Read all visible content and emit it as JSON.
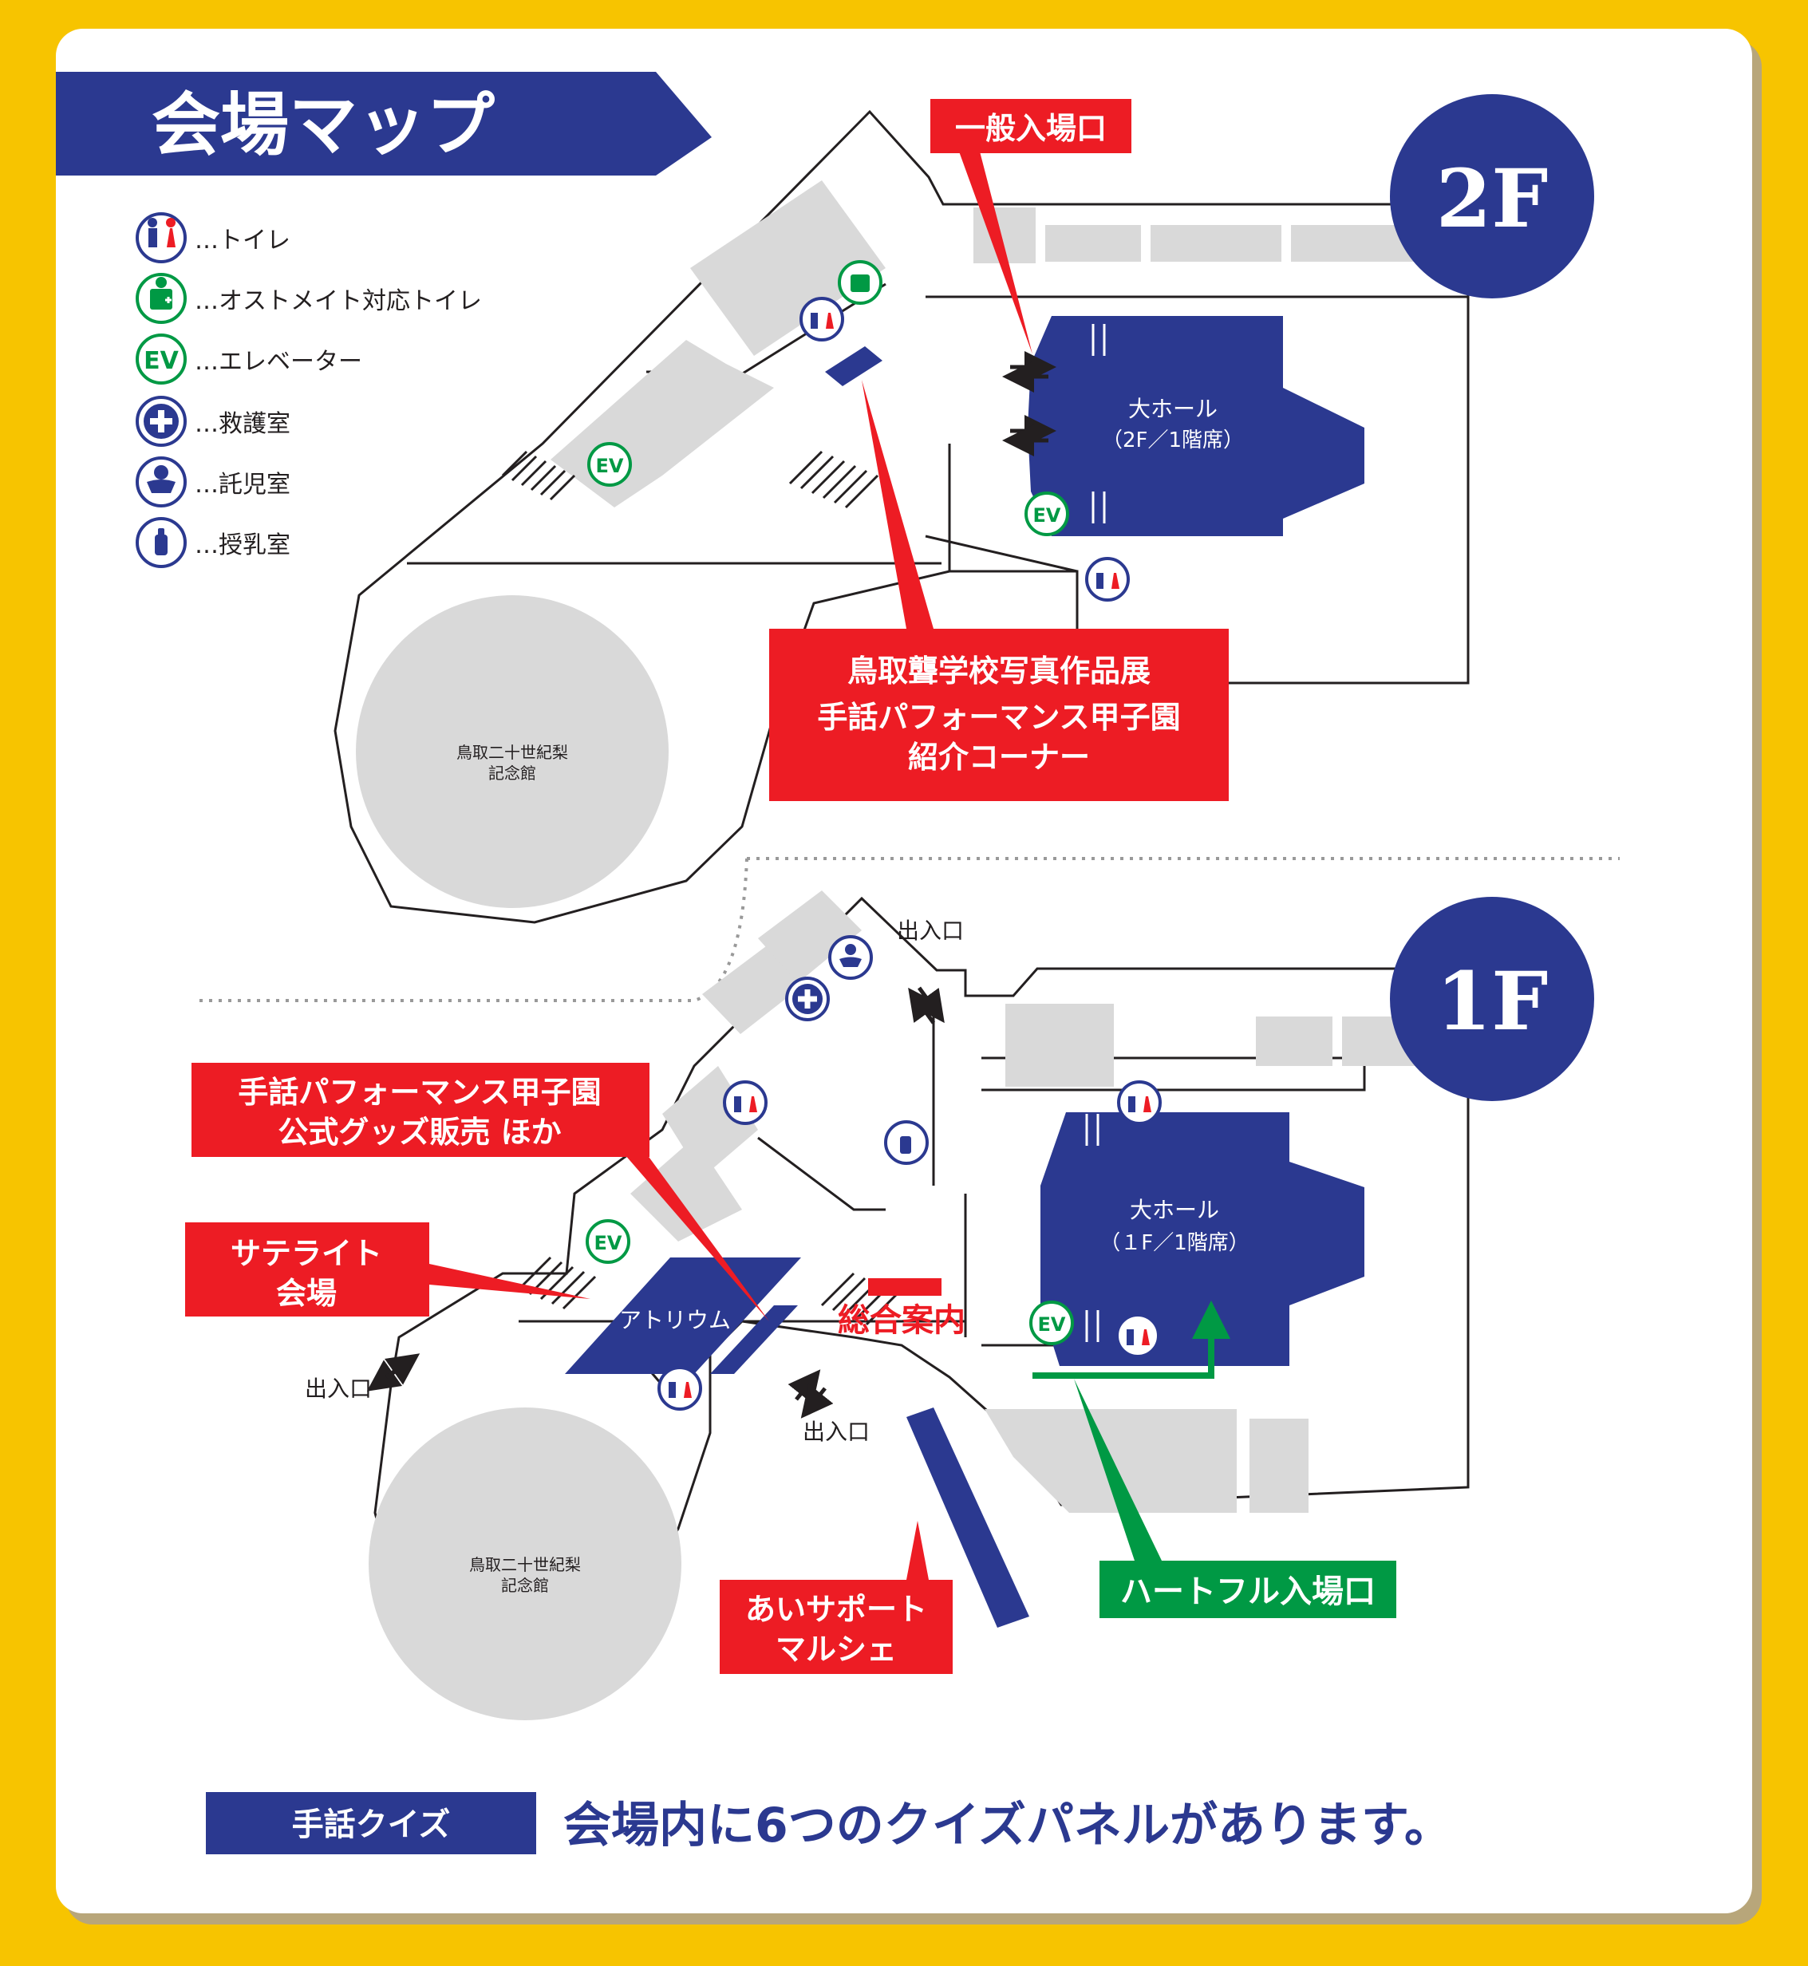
{
  "title": "会場マップ",
  "legend": [
    {
      "icon": "restroom-icon",
      "label": "…トイレ"
    },
    {
      "icon": "ostomate-restroom-icon",
      "label": "…オストメイト対応トイレ"
    },
    {
      "icon": "elevator-icon",
      "label": "…エレベーター",
      "glyph": "EV"
    },
    {
      "icon": "first-aid-icon",
      "label": "…救護室"
    },
    {
      "icon": "nursery-icon",
      "label": "…託児室"
    },
    {
      "icon": "nursing-room-icon",
      "label": "…授乳室"
    }
  ],
  "floor2": {
    "badge": "2F",
    "general_entrance": "一般入場口",
    "hall_name": "大ホール",
    "hall_sub": "（2F／1階席）",
    "memorial": [
      "鳥取二十世紀梨",
      "記念館"
    ],
    "exhibit": [
      "鳥取聾学校写真作品展",
      "手話パフォーマンス甲子園",
      "紹介コーナー"
    ]
  },
  "floor1": {
    "badge": "1F",
    "hall_name": "大ホール",
    "hall_sub": "（１F／1階席）",
    "memorial": [
      "鳥取二十世紀梨",
      "記念館"
    ],
    "goods": [
      "手話パフォーマンス甲子園",
      "公式グッズ販売 ほか"
    ],
    "satellite": [
      "サテライト",
      "会場"
    ],
    "atrium": "アトリウム",
    "info": "総合案内",
    "marche": [
      "あいサポート",
      "マルシェ"
    ],
    "heartful": "ハートフル入場口",
    "exit": "出入口"
  },
  "footer": {
    "tag": "手話クイズ",
    "message": "会場内に6つのクイズパネルがあります。"
  },
  "colors": {
    "navy": "#2b3990",
    "red": "#ed1c24",
    "green": "#009944",
    "gray": "#d9d9d9",
    "yellow": "#f7c400"
  }
}
